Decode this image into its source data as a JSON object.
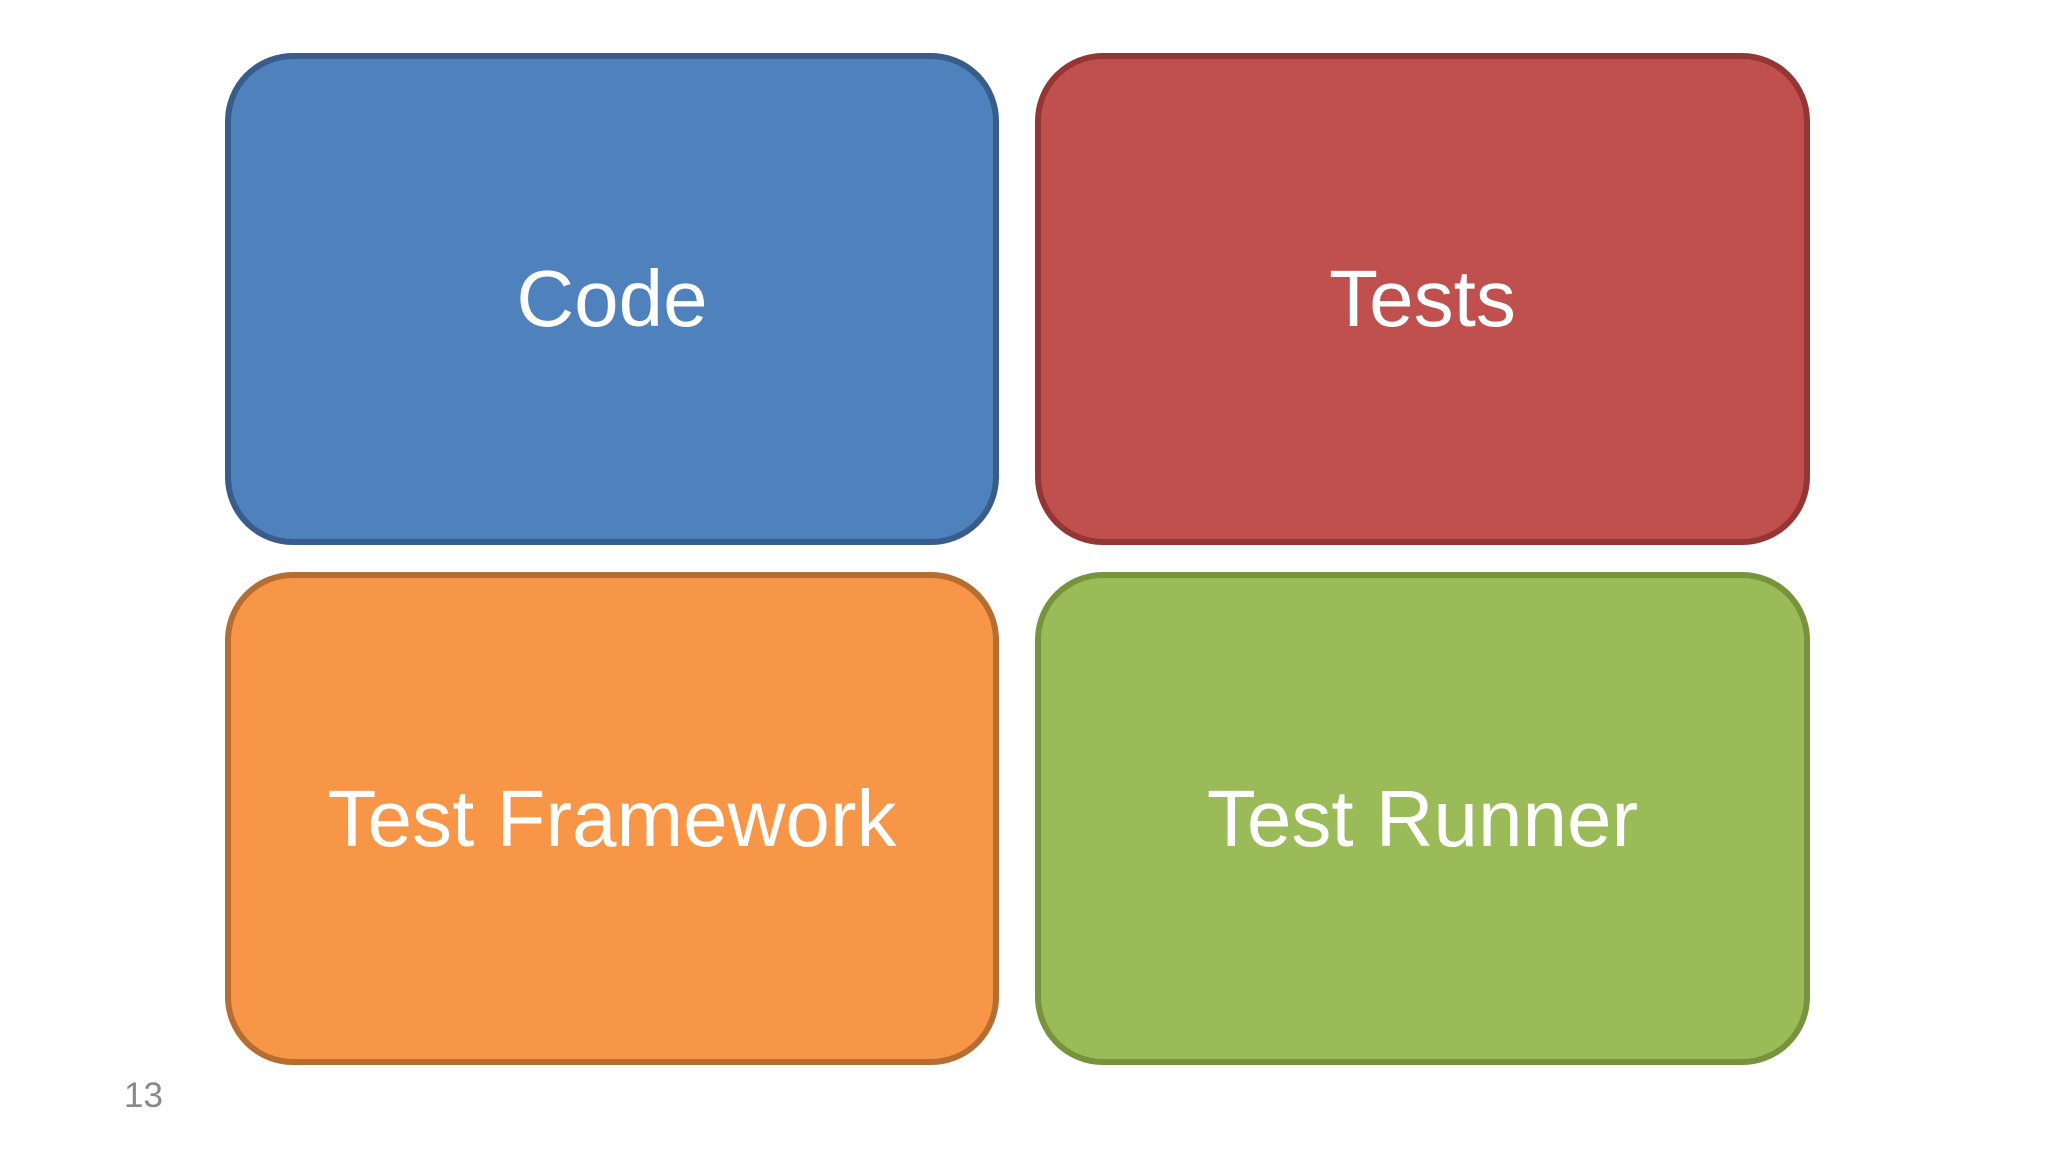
{
  "slide": {
    "background_color": "#FFFFFF",
    "label_text_color": "#FFFFFF",
    "page_number": "13",
    "page_number_color": "#898989"
  },
  "boxes": [
    {
      "id": "code",
      "label": "Code",
      "fill": "#4F81BD",
      "border": "#385D8A"
    },
    {
      "id": "tests",
      "label": "Tests",
      "fill": "#C0504D",
      "border": "#943634"
    },
    {
      "id": "test-framework",
      "label": "Test Framework",
      "fill": "#F79646",
      "border": "#B66D31"
    },
    {
      "id": "test-runner",
      "label": "Test Runner",
      "fill": "#9BBB59",
      "border": "#77933C"
    }
  ]
}
